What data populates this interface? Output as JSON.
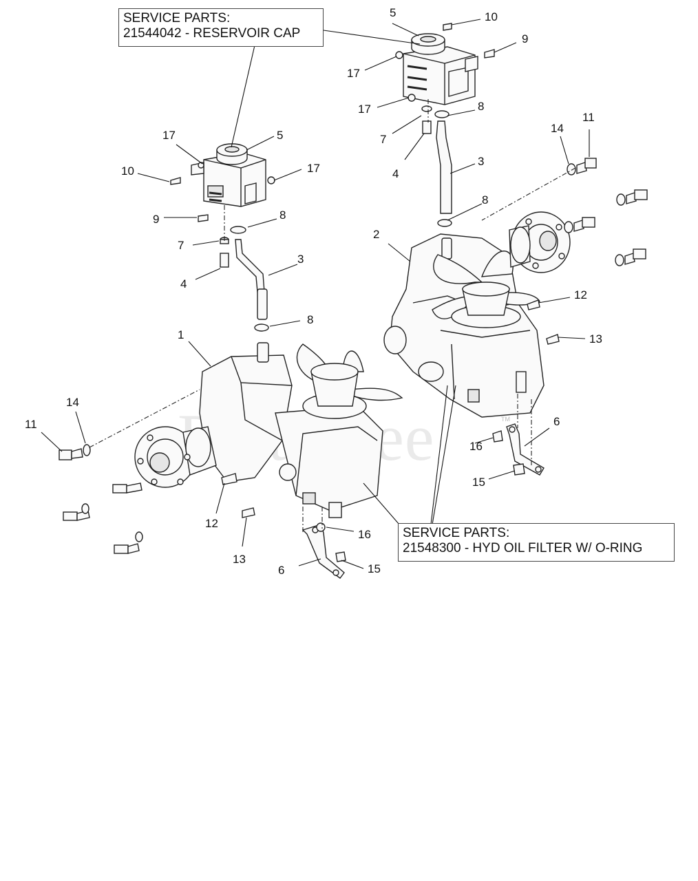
{
  "watermark": "PartsTree",
  "watermark_mark": "TM",
  "callouts": {
    "reservoir": {
      "line1": "SERVICE PARTS:",
      "line2": "21544042 - RESERVOIR CAP"
    },
    "filter": {
      "line1": "SERVICE PARTS:",
      "line2": "21548300 - HYD OIL FILTER W/ O-RING"
    }
  },
  "part_numbers": {
    "left_1": "1",
    "left_3": "3",
    "left_4": "4",
    "left_5": "5",
    "left_6": "6",
    "left_7": "7",
    "left_8a": "8",
    "left_8b": "8",
    "left_9": "9",
    "left_10": "10",
    "left_11": "11",
    "left_12": "12",
    "left_13": "13",
    "left_14": "14",
    "left_15": "15",
    "left_16": "16",
    "left_17a": "17",
    "left_17b": "17",
    "right_2": "2",
    "right_3": "3",
    "right_4": "4",
    "right_5": "5",
    "right_6": "6",
    "right_7": "7",
    "right_8a": "8",
    "right_8b": "8",
    "right_9": "9",
    "right_10": "10",
    "right_11": "11",
    "right_12": "12",
    "right_13": "13",
    "right_14": "14",
    "right_15": "15",
    "right_16": "16",
    "right_17a": "17",
    "right_17b": "17"
  }
}
